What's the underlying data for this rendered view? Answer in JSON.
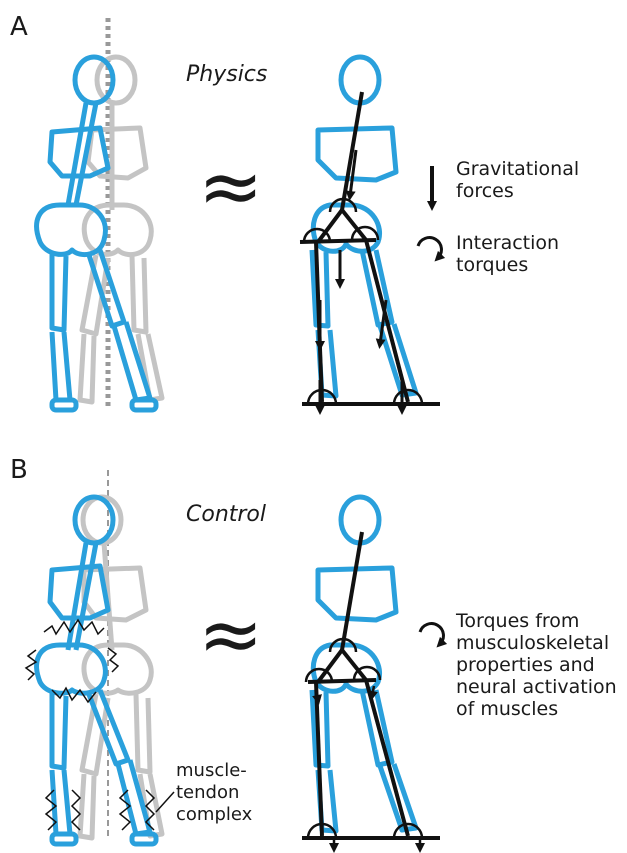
{
  "panels": [
    {
      "label": "A",
      "heading": "Physics"
    },
    {
      "label": "B",
      "heading": "Control"
    }
  ],
  "symbols": {
    "approx": "≈"
  },
  "annotations": {
    "gravity": {
      "line1": "Gravitational",
      "line2": "forces"
    },
    "interaction": {
      "line1": "Interaction",
      "line2": "torques"
    },
    "control_torques": {
      "line1": "Torques from",
      "line2": "musculoskeletal",
      "line3": "properties and",
      "line4": "neural activation",
      "line5": "of muscles"
    },
    "muscle": {
      "line1": "muscle-",
      "line2": "tendon",
      "line3": "complex"
    }
  },
  "colors": {
    "skeleton_blue": "#2aa0dc",
    "skeleton_gray": "#c4c4c4",
    "force_black": "#111111"
  },
  "icons": [
    "down-arrow-icon",
    "curved-arrow-icon",
    "torque-arc-icon",
    "muscle-zigzag-icon"
  ]
}
